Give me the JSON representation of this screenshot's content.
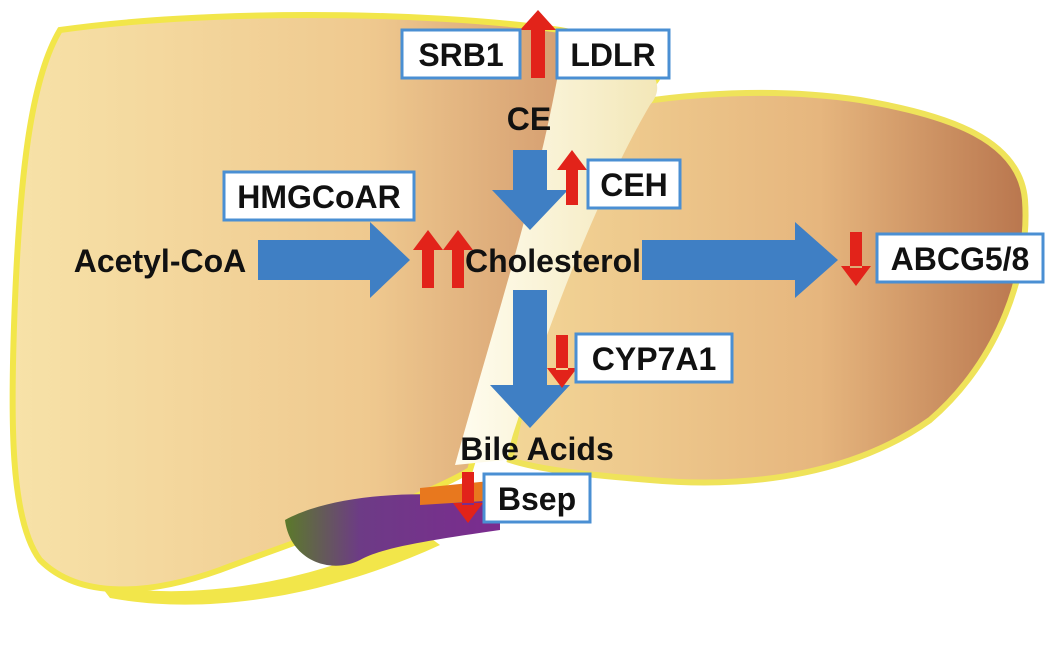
{
  "labels": {
    "acetyl_coa": "Acetyl-CoA",
    "cholesterol": "Cholesterol",
    "ce": "CE",
    "bile_acids": "Bile Acids"
  },
  "boxes": {
    "srb1": "SRB1",
    "ldlr": "LDLR",
    "ceh": "CEH",
    "hmgcoar": "HMGCoAR",
    "abcg5_8": "ABCG5/8",
    "cyp7a1": "CYP7A1",
    "bsep": "Bsep"
  },
  "regulation": {
    "srb1_ldlr": "up",
    "ceh": "up",
    "hmgcoar": "up",
    "abcg5_8": "down",
    "cyp7a1": "down",
    "bsep": "down"
  },
  "colors": {
    "flow_arrow": "#3f7fc4",
    "up_arrow": "#e2231a",
    "down_arrow": "#e2231a",
    "box_border": "#4a8fd3",
    "liver_light": "#f4d99a",
    "liver_dark": "#c98a5e",
    "liver_edge": "#f2e64a",
    "gallbladder": "#7b2b8f"
  }
}
